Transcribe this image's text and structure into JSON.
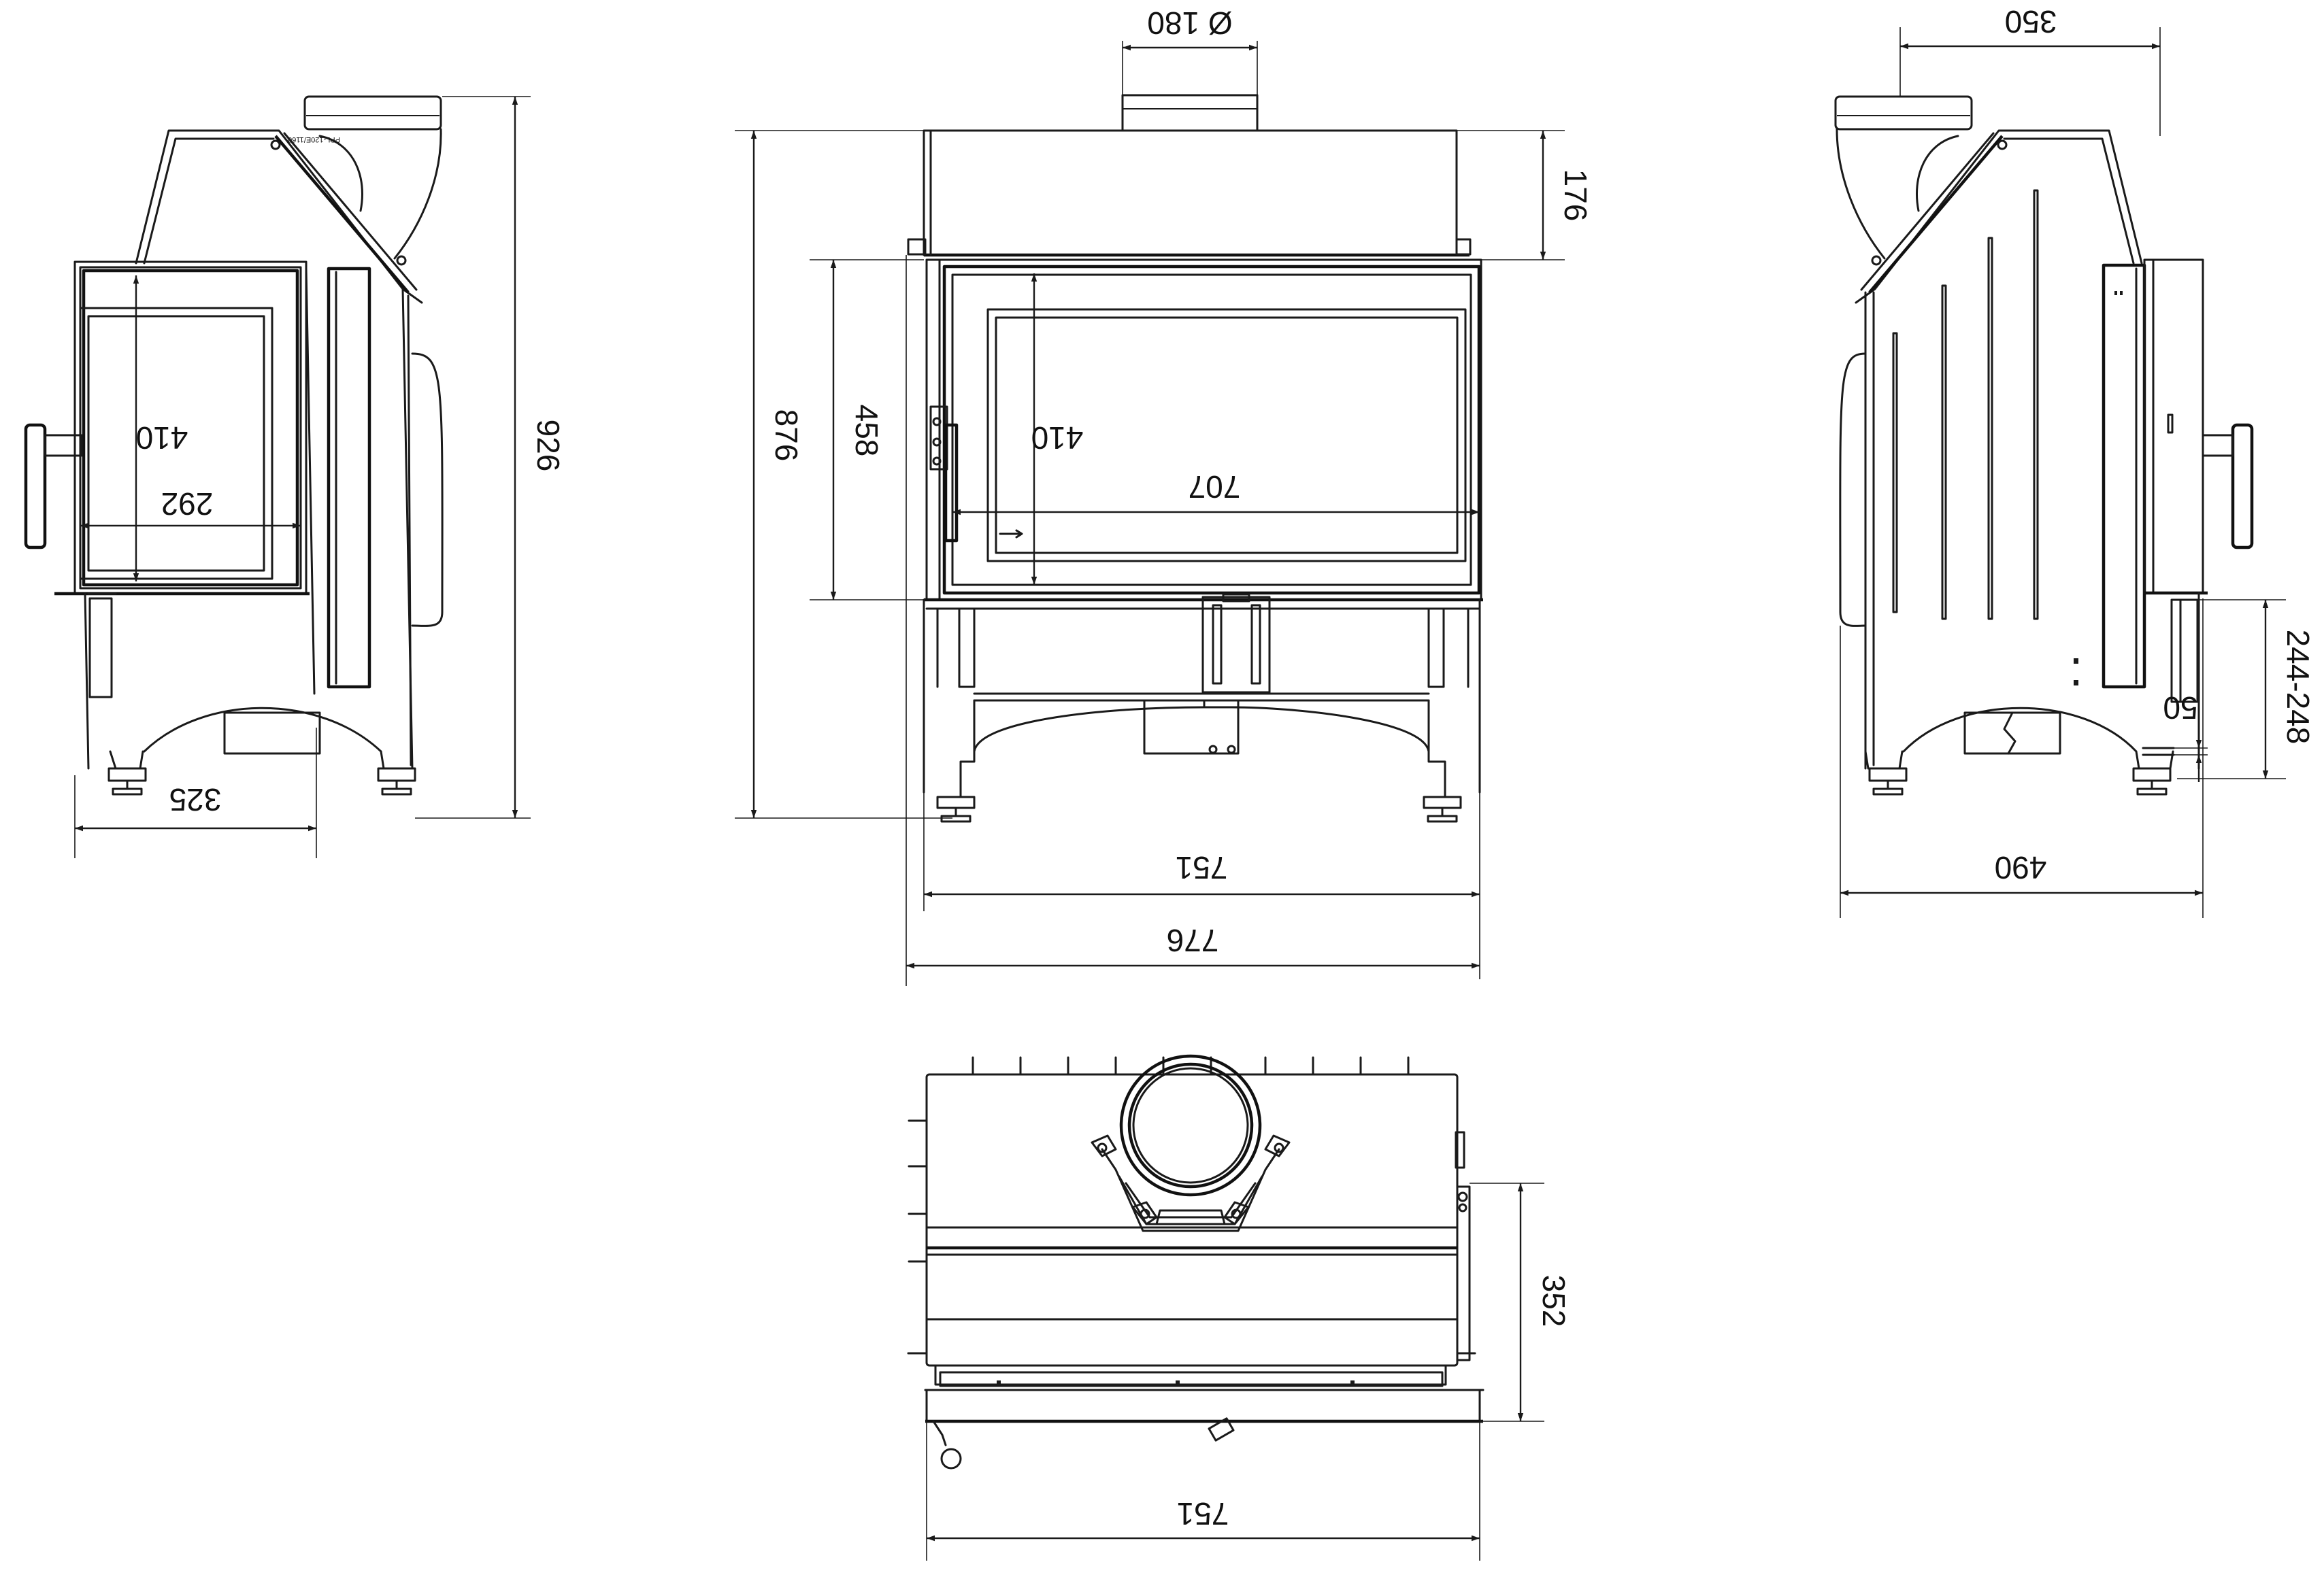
{
  "dimensions": {
    "flue_diameter": "Ø 180",
    "side_depth_top": "350",
    "left_height": "926",
    "left_door_height": "410",
    "left_glass_width": "292",
    "left_depth": "325",
    "front_total_height": "876",
    "front_door_height": "458",
    "front_glass_height": "410",
    "front_top_height": "176",
    "front_glass_width": "707",
    "front_width_751": "751",
    "front_width_776": "776",
    "right_inlet_height": "244-248",
    "right_inlet_dia": "50",
    "right_depth": "490",
    "top_depth": "352",
    "top_width": "751"
  },
  "plate_text": "PPL-120E/1160",
  "colors": {
    "line": "#1a1a1a",
    "background": "#ffffff"
  }
}
